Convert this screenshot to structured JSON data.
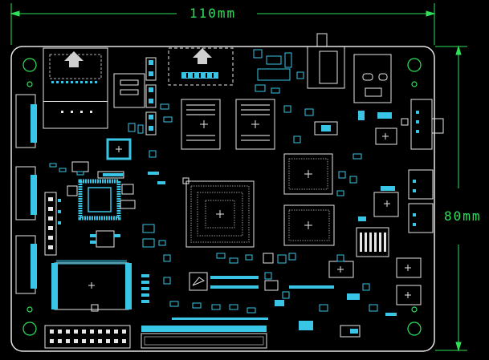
{
  "dimensions": {
    "width_label": "110mm",
    "height_label": "80mm"
  },
  "colors": {
    "background": "#000000",
    "board_outline": "#e6e6e6",
    "silkscreen": "#f2f2f2",
    "copper_pad": "#39c6e6",
    "dimension_line": "#2fe05a",
    "mounting_hole": "#2fe05a"
  },
  "board_features": [
    "mounting-holes",
    "rj45-connector",
    "usb-connector",
    "audio-jack",
    "power-jack",
    "bga-processor",
    "ddr-memory-chips",
    "emmc-chip",
    "qfp-ic",
    "sd-card-slot",
    "flex-connector",
    "pin-header",
    "terminal-blocks",
    "smd-components"
  ]
}
